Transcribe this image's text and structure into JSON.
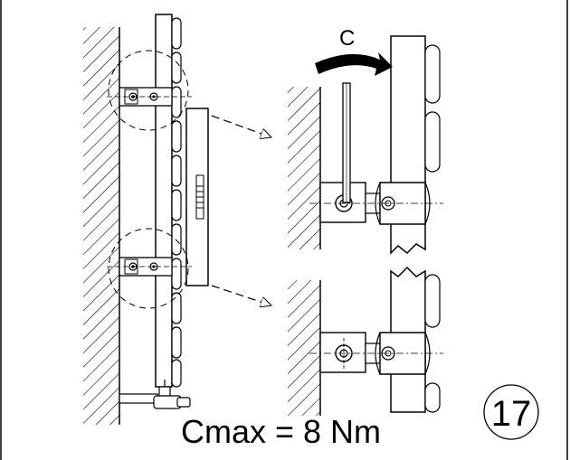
{
  "figure": {
    "rotation_label": "C",
    "torque_text": "Cmax = 8 Nm",
    "step_number": "17"
  },
  "colors": {
    "line": "#000000",
    "background": "#ffffff"
  }
}
